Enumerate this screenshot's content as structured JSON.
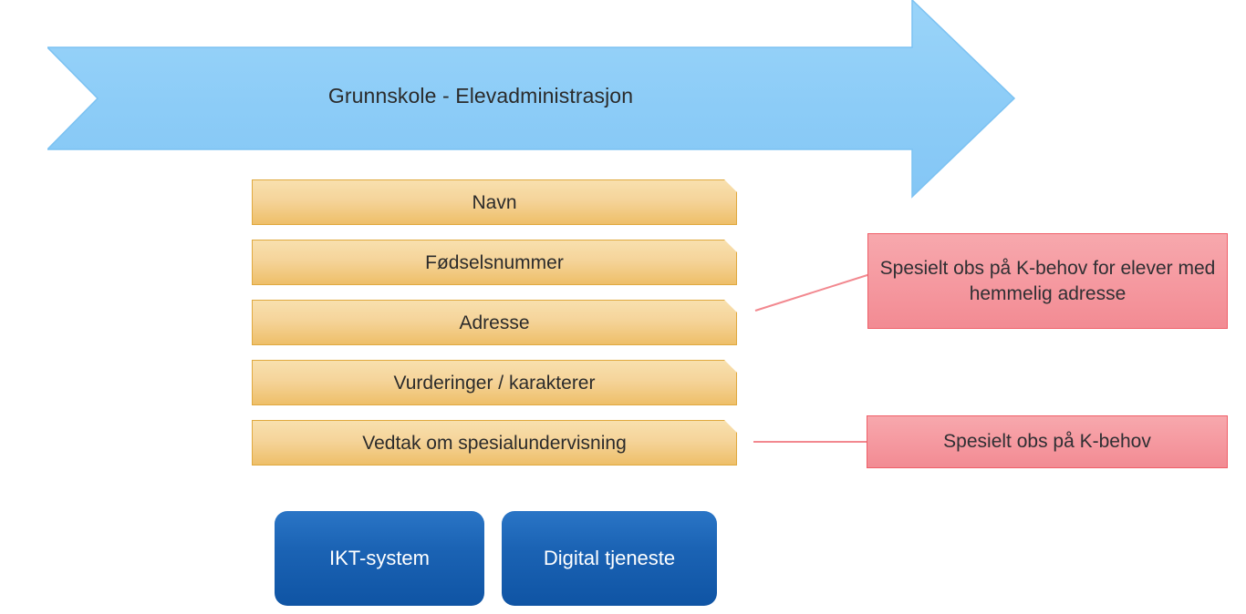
{
  "banner": {
    "title": "Grunnskole - Elevadministrasjon",
    "shape": "right-arrow",
    "color": "#8ecdf7"
  },
  "attributes": {
    "items": [
      {
        "label": "Navn"
      },
      {
        "label": "Fødselsnummer"
      },
      {
        "label": "Adresse"
      },
      {
        "label": "Vurderinger / karakterer"
      },
      {
        "label": "Vedtak om spesialundervisning"
      }
    ],
    "fill_color": "#f2cd86",
    "border_color": "#e0a93f"
  },
  "notes": [
    {
      "text": "Spesielt obs på K-behov for elever med hemmelig adresse",
      "target": "Adresse"
    },
    {
      "text": "Spesielt obs på K-behov",
      "target": "Vedtak om spesialundervisning"
    }
  ],
  "note_style": {
    "fill_color": "#f5989f",
    "border_color": "#ef5f68",
    "connector_color": "#f2888f"
  },
  "legend": {
    "items": [
      {
        "label": "IKT-system"
      },
      {
        "label": "Digital tjeneste"
      }
    ],
    "fill_color": "#1b63b4",
    "text_color": "#ffffff"
  }
}
